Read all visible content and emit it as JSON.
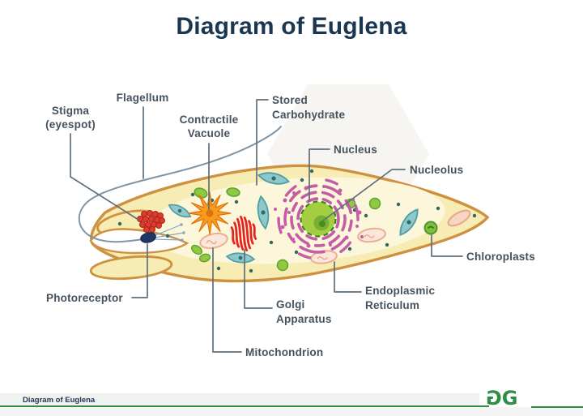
{
  "title": "Diagram of Euglena",
  "diagram": {
    "labels": {
      "stigma": {
        "line1": "Stigma",
        "line2": "(eyespot)"
      },
      "flagellum": {
        "text": "Flagellum"
      },
      "contractile_vacuole": {
        "line1": "Contractile",
        "line2": "Vacuole"
      },
      "stored_carbohydrate": {
        "line1": "Stored",
        "line2": "Carbohydrate"
      },
      "nucleus": {
        "text": "Nucleus"
      },
      "nucleolus": {
        "text": "Nucleolus"
      },
      "chloroplasts": {
        "text": "Chloroplasts"
      },
      "endoplasmic_reticulum": {
        "line1": "Endoplasmic",
        "line2": "Reticulum"
      },
      "golgi_apparatus": {
        "line1": "Golgi",
        "line2": "Apparatus"
      },
      "mitochondrion": {
        "text": "Mitochondrion"
      },
      "photoreceptor": {
        "text": "Photoreceptor"
      }
    },
    "colors": {
      "title_text": "#1B3651",
      "label_text": "#45525E",
      "leader_line": "#5F6F7C",
      "membrane": "#CE9140",
      "cytoplasm_outer": "#F7ECB4",
      "cytoplasm_inner": "#FCF7DA",
      "flagellum_line": "#7E95A8",
      "stigma_red": "#E23B2E",
      "photoreceptor_navy": "#203764",
      "contractile_vacuole_orange": "#F89C1E",
      "golgi_red": "#E8231F",
      "nucleus_green": "#A4CD42",
      "nucleolus_green": "#4C8C1F",
      "er_purple": "#C45CA8",
      "chloroplast_teal": "#8FC8CB",
      "granule_green": "#90C83F",
      "mitochondrion_pink": "#FAE6DA"
    }
  },
  "footer": {
    "caption": "Diagram of Euglena",
    "logo_left_glyph": "G",
    "logo_right_glyph": "G",
    "accent_green": "#2F8D46"
  }
}
